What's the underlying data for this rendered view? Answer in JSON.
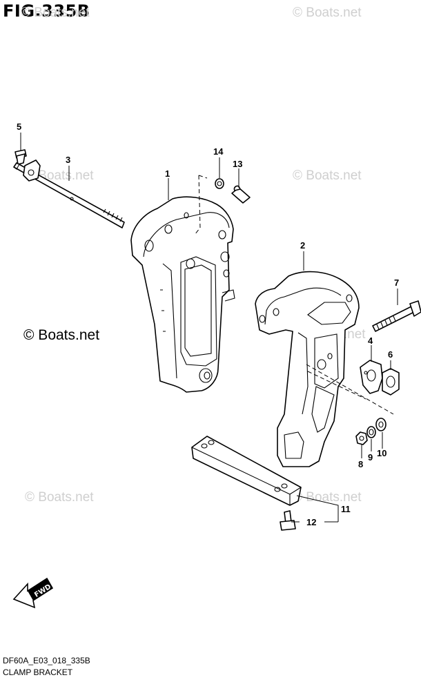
{
  "figure": {
    "title": "FIG.335B",
    "footer_code": "DF60A_E03_018_335B",
    "footer_name": "CLAMP BRACKET"
  },
  "watermarks": {
    "faint": "© Boats.net",
    "strong": "© Boats.net"
  },
  "callouts": [
    "1",
    "2",
    "3",
    "4",
    "5",
    "6",
    "7",
    "8",
    "9",
    "10",
    "11",
    "12",
    "13",
    "14"
  ],
  "fwd_label": "FWD"
}
